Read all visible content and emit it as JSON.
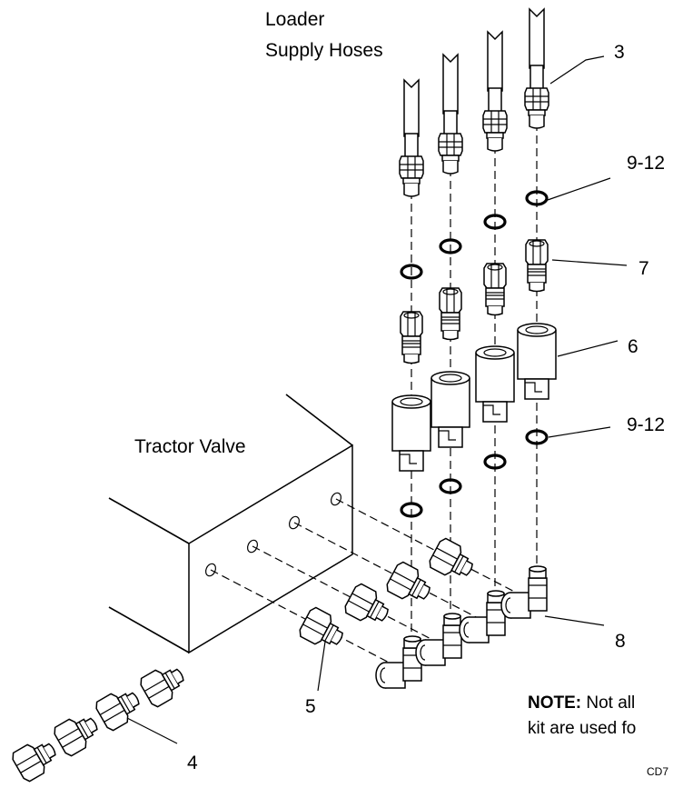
{
  "labels": {
    "loader_line1": "Loader",
    "loader_line2": "Supply Hoses",
    "tractor_valve": "Tractor Valve",
    "callout_3": "3",
    "callout_9_12_top": "9-12",
    "callout_7": "7",
    "callout_6": "6",
    "callout_9_12_mid": "9-12",
    "callout_8": "8",
    "callout_5": "5",
    "callout_4": "4"
  },
  "note": {
    "prefix": "NOTE:",
    "line1_rest": " Not all",
    "line2": "kit are used fo"
  },
  "drawing_code": "CD7"
}
